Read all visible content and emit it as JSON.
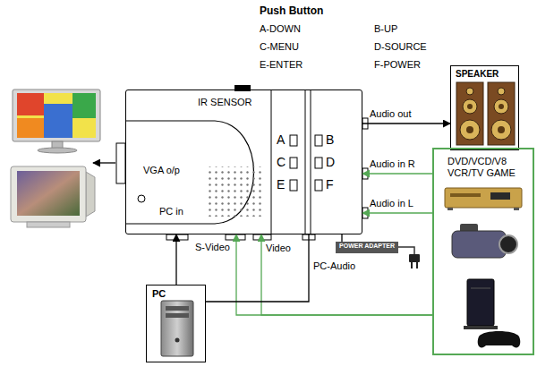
{
  "diagram": {
    "nodes": [
      {
        "text": [
          "IR SENSOR",
          "VGA o/p",
          "PC in"
        ]
      },
      {
        "text": [
          "SPEAKER"
        ]
      },
      {
        "text": [
          "DVD/VCD/V8 VCR/TV GAME"
        ]
      },
      {
        "text": [
          "PC"
        ]
      },
      {
        "text": [
          "POWER ADAPTER"
        ]
      }
    ],
    "edges": [
      {
        "from": 3,
        "to": 0,
        "arrow": "to"
      },
      {
        "from": 0,
        "to": 1,
        "arrow": "to"
      },
      {
        "from": 2,
        "to": 0,
        "arrow": "to"
      },
      {
        "from": 2,
        "to": 0,
        "arrow": "to"
      },
      {
        "from": 2,
        "to": 0,
        "arrow": "to"
      },
      {
        "from": 2,
        "to": 0,
        "arrow": "to"
      },
      {
        "from": 3,
        "to": 0,
        "arrow": "none"
      },
      {
        "from": 0,
        "to": 4,
        "arrow": "none"
      }
    ],
    "labels": [
      "Push Button",
      "A-DOWN",
      "B-UP",
      "C-MENU",
      "D-SOURCE",
      "E-ENTER",
      "F-POWER",
      "A",
      "B",
      "C",
      "D",
      "E",
      "F",
      "Audio out",
      "Audio in R",
      "Audio in L",
      "S-Video",
      "Video",
      "PC-Audio"
    ]
  }
}
